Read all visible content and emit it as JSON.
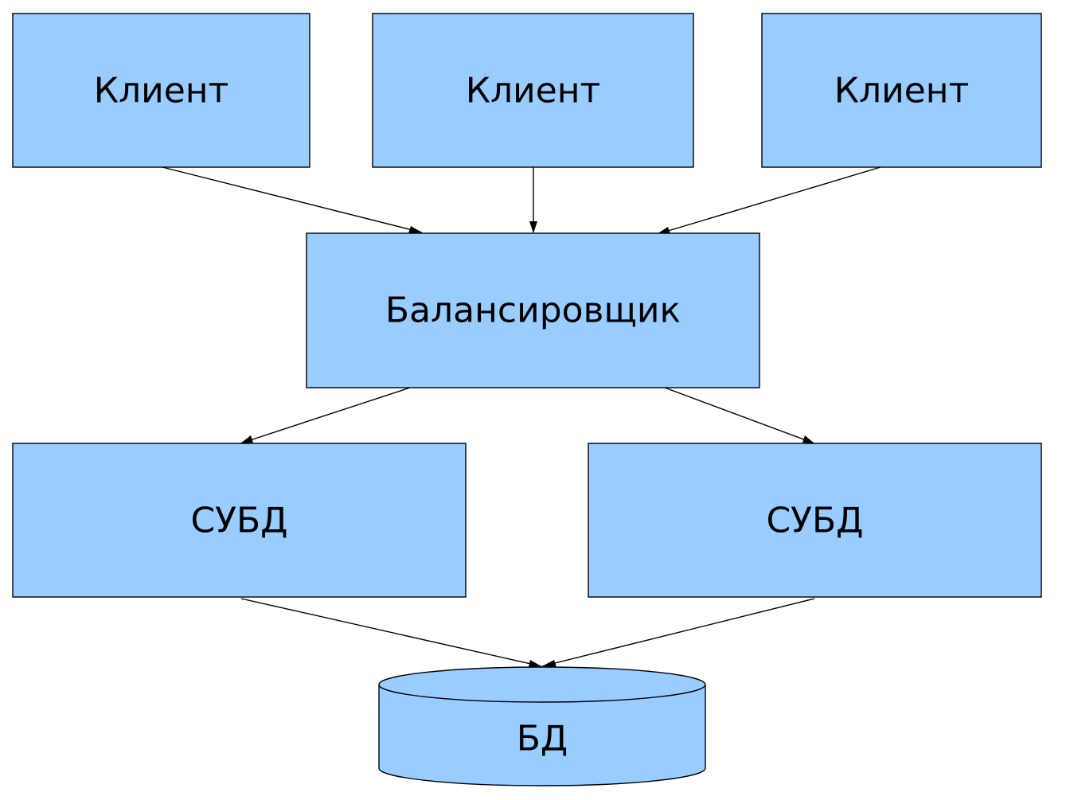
{
  "colors": {
    "node_fill": "#99ccff",
    "stroke": "#000000",
    "background": "#ffffff"
  },
  "nodes": {
    "client_1": {
      "label": "Клиент",
      "shape": "rectangle"
    },
    "client_2": {
      "label": "Клиент",
      "shape": "rectangle"
    },
    "client_3": {
      "label": "Клиент",
      "shape": "rectangle"
    },
    "balancer": {
      "label": "Балансировщик",
      "shape": "rectangle"
    },
    "dbms_1": {
      "label": "СУБД",
      "shape": "rectangle"
    },
    "dbms_2": {
      "label": "СУБД",
      "shape": "rectangle"
    },
    "database": {
      "label": "БД",
      "shape": "cylinder"
    }
  },
  "edges": [
    {
      "from": "client_1",
      "to": "balancer"
    },
    {
      "from": "client_2",
      "to": "balancer"
    },
    {
      "from": "client_3",
      "to": "balancer"
    },
    {
      "from": "balancer",
      "to": "dbms_1"
    },
    {
      "from": "balancer",
      "to": "dbms_2"
    },
    {
      "from": "dbms_1",
      "to": "database"
    },
    {
      "from": "dbms_2",
      "to": "database"
    }
  ]
}
